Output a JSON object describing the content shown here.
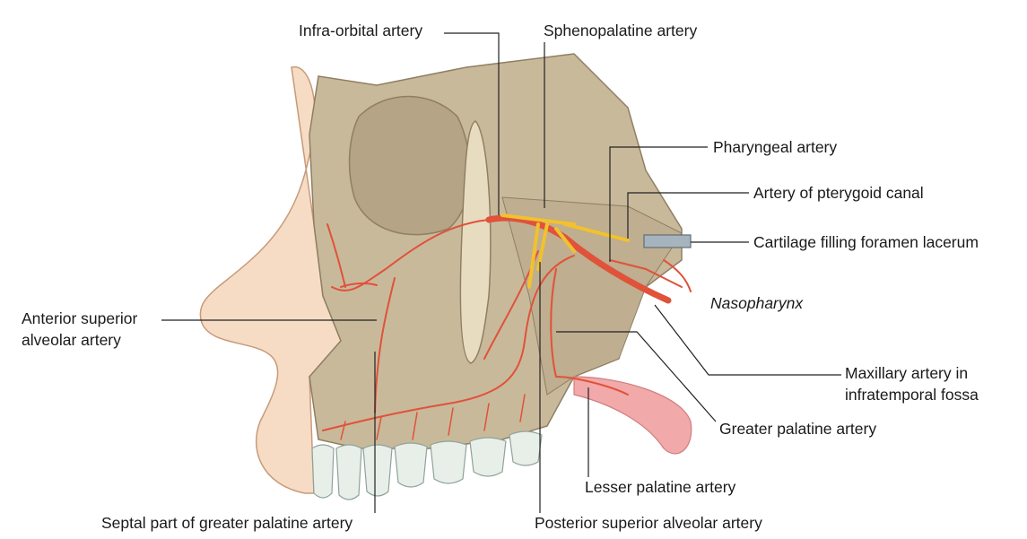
{
  "figure": {
    "labels": {
      "infra_orbital": "Infra-orbital artery",
      "sphenopalatine": "Sphenopalatine artery",
      "pharyngeal": "Pharyngeal artery",
      "pterygoid_canal": "Artery of pterygoid canal",
      "cartilage": "Cartilage filling foramen lacerum",
      "nasopharynx": "Nasopharynx",
      "maxillary_1": "Maxillary artery in",
      "maxillary_2": "infratemporal fossa",
      "greater_palatine": "Greater palatine artery",
      "lesser_palatine": "Lesser palatine artery",
      "posterior_superior_alveolar": "Posterior superior alveolar artery",
      "septal_part": "Septal part of greater palatine artery",
      "anterior_superior_1": "Anterior superior",
      "anterior_superior_2": "alveolar artery"
    },
    "colors": {
      "bone": "#c9b99b",
      "bone_dark": "#a8987a",
      "skin": "#f6dcc4",
      "artery": "#e0523a",
      "nerve": "#f2c12e",
      "tongue": "#f1a9a9",
      "teeth": "#e8efe9"
    }
  }
}
